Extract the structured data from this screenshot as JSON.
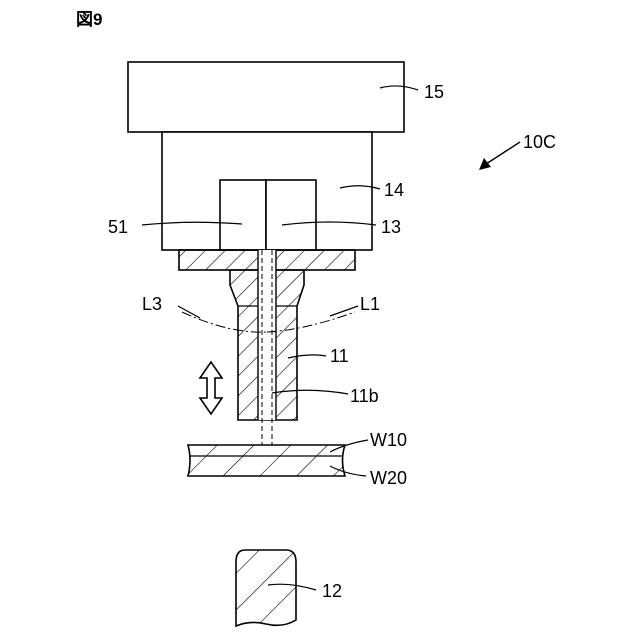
{
  "figure_label": "図9",
  "assembly_label": "10C",
  "labels": {
    "part_15": "15",
    "part_14": "14",
    "part_13": "13",
    "part_51": "51",
    "line_L1": "L1",
    "line_L3": "L3",
    "part_11": "11",
    "part_11b": "11b",
    "workpiece_W10": "W10",
    "workpiece_W20": "W20",
    "part_12": "12"
  },
  "icons": {
    "motion_arrow": "double-headed-vertical-arrow",
    "assembly_pointer": "arrow-pointer"
  }
}
